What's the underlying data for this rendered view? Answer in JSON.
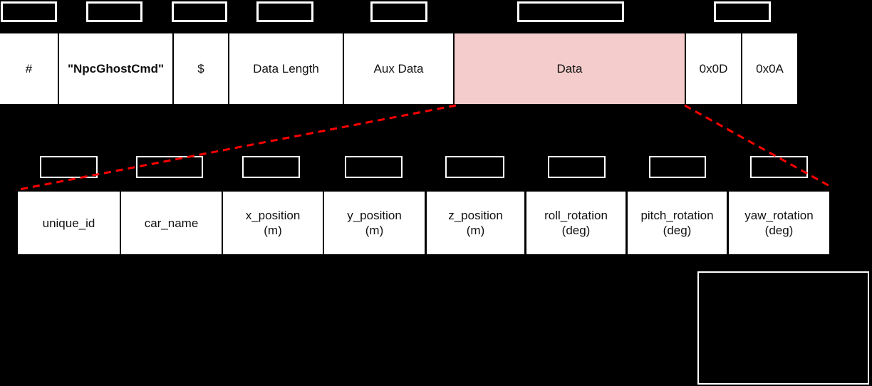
{
  "colors": {
    "background": "#000000",
    "field_background": "#ffffff",
    "data_field_background": "#f4cccc",
    "leader_line": "#ff0000",
    "outline": "#ffffff",
    "text": "#111111"
  },
  "packet_row": {
    "fields": [
      {
        "label": "#"
      },
      {
        "label": "\"NpcGhostCmd\"",
        "bold": true
      },
      {
        "label": "$"
      },
      {
        "label": "Data Length"
      },
      {
        "label": "Aux Data"
      },
      {
        "label": "Data",
        "highlighted": true
      },
      {
        "label": "0x0D"
      },
      {
        "label": "0x0A"
      }
    ],
    "size_boxes": {
      "count": 7,
      "label": ""
    }
  },
  "data_breakdown_row": {
    "fields": [
      {
        "name": "unique_id",
        "unit": ""
      },
      {
        "name": "car_name",
        "unit": ""
      },
      {
        "name": "x_position",
        "unit": "(m)"
      },
      {
        "name": "y_position",
        "unit": "(m)"
      },
      {
        "name": "z_position",
        "unit": "(m)"
      },
      {
        "name": "roll_rotation",
        "unit": "(deg)"
      },
      {
        "name": "pitch_rotation",
        "unit": "(deg)"
      },
      {
        "name": "yaw_rotation",
        "unit": "(deg)"
      }
    ],
    "size_boxes": {
      "count": 8,
      "label": ""
    }
  }
}
